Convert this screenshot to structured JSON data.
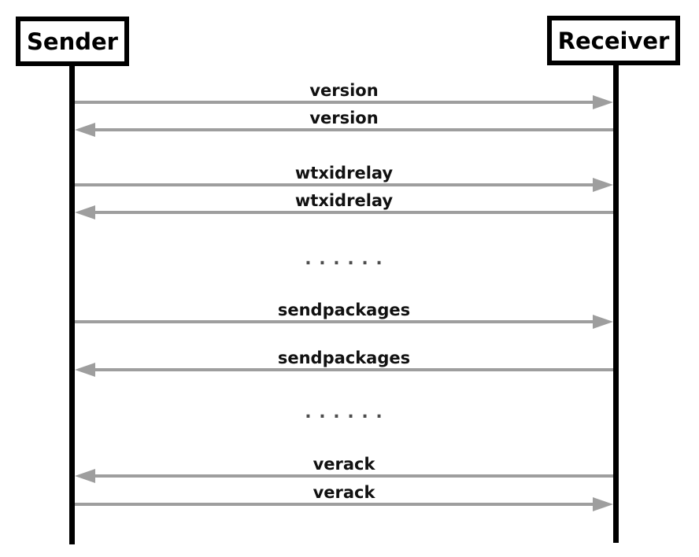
{
  "diagram": {
    "type": "sequence-diagram",
    "actors": [
      {
        "id": "sender",
        "label": "Sender"
      },
      {
        "id": "receiver",
        "label": "Receiver"
      }
    ],
    "messages": [
      {
        "label": "version",
        "from": "sender",
        "to": "receiver",
        "direction": "right"
      },
      {
        "label": "version",
        "from": "receiver",
        "to": "sender",
        "direction": "left"
      },
      {
        "label": "wtxidrelay",
        "from": "sender",
        "to": "receiver",
        "direction": "right"
      },
      {
        "label": "wtxidrelay",
        "from": "receiver",
        "to": "sender",
        "direction": "left"
      },
      {
        "label": ". . . . . .",
        "type": "ellipsis"
      },
      {
        "label": "sendpackages",
        "from": "sender",
        "to": "receiver",
        "direction": "right"
      },
      {
        "label": "sendpackages",
        "from": "receiver",
        "to": "sender",
        "direction": "left"
      },
      {
        "label": ". . . . . .",
        "type": "ellipsis"
      },
      {
        "label": "verack",
        "from": "receiver",
        "to": "sender",
        "direction": "left"
      },
      {
        "label": "verack",
        "from": "sender",
        "to": "receiver",
        "direction": "right"
      }
    ],
    "colors": {
      "arrow": "#9e9e9e",
      "label_text": "#111111",
      "actor_border": "#000000",
      "ellipsis_text": "#4d4d4d",
      "background": "#ffffff"
    }
  }
}
